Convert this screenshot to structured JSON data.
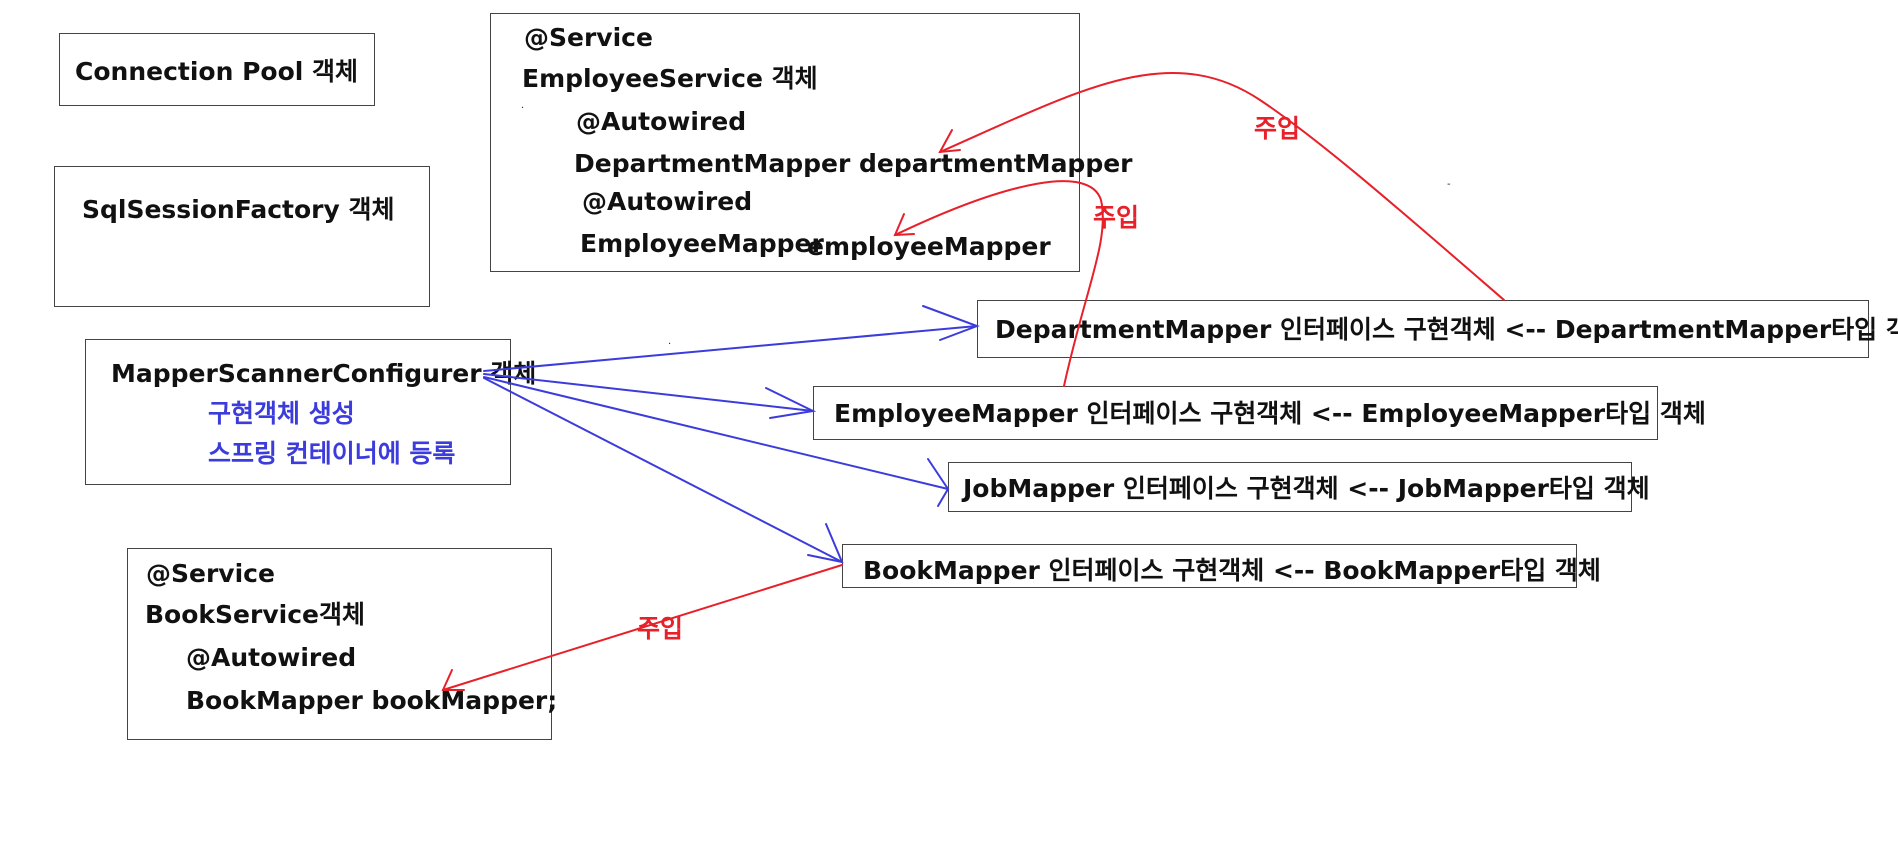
{
  "boxes": {
    "connection_pool": {
      "label": "Connection Pool 객체"
    },
    "sql_session_factory": {
      "label": "SqlSessionFactory 객체"
    },
    "mapper_scanner": {
      "label": "MapperScannerConfigurer 객체",
      "line1": "구현객체 생성",
      "line2": "스프링 컨테이너에 등록"
    },
    "employee_service": {
      "annotation": "@Service",
      "label": "EmployeeService  객체",
      "autowired1": "@Autowired",
      "field1": "DepartmentMapper departmentMapper",
      "autowired2": "@Autowired",
      "field2_type": "EmployeeMapper",
      "field2_name": "employeeMapper"
    },
    "book_service": {
      "annotation": "@Service",
      "label": "BookService객체",
      "autowired": "@Autowired",
      "field": "BookMapper bookMapper;"
    },
    "department_mapper": {
      "label": "DepartmentMapper 인터페이스 구현객체 <-- DepartmentMapper타입 객체"
    },
    "employee_mapper": {
      "label": "EmployeeMapper 인터페이스 구현객체 <-- EmployeeMapper타입 객체"
    },
    "job_mapper": {
      "label": "JobMapper 인터페이스 구현객체 <-- JobMapper타입 객체"
    },
    "book_mapper": {
      "label": "BookMapper 인터페이스 구현객체 <-- BookMapper타입 객체"
    }
  },
  "labels": {
    "inject_department": "주입",
    "inject_employee": "주입",
    "inject_book": "주입"
  },
  "colors": {
    "registration_arrow": "#3c3cdc",
    "injection_arrow": "#e8202a",
    "box_border": "#444444"
  }
}
